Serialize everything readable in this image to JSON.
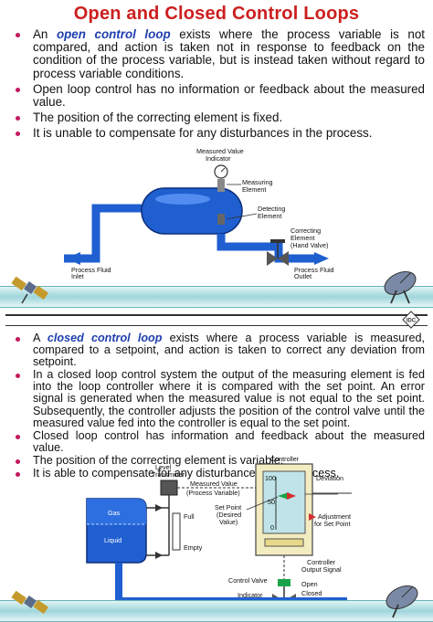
{
  "title": "Open and Closed Control Loops",
  "open_loop": {
    "b1_pre": "An ",
    "b1_term": "open control loop",
    "b1_post": " exists where the process variable is not compared, and action is taken not in response to feedback on the condition of the process variable, but is instead taken without regard to process variable conditions.",
    "b2": "Open loop control has no information or feedback about the measured value.",
    "b3": "The position of the correcting element is fixed.",
    "b4": "It is unable to compensate for any disturbances in the process."
  },
  "open_diagram": {
    "measured_value_1": "Measured Value",
    "measured_value_2": "Indicator",
    "measuring_1": "Measuring",
    "measuring_2": "Element",
    "detecting_1": "Detecting",
    "detecting_2": "Element",
    "correcting_1": "Correcting",
    "correcting_2": "Element",
    "correcting_3": "(Hand Valve)",
    "inlet_1": "Process Fluid",
    "inlet_2": "Inlet",
    "outlet_1": "Process Fluid",
    "outlet_2": "Outlet"
  },
  "logo_text": "IDC",
  "closed_loop": {
    "b1_pre": "A ",
    "b1_term": "closed control loop",
    "b1_post": " exists where a process variable is measured, compared to a setpoint, and action is taken to correct any deviation from setpoint.",
    "b2": "In a closed loop control system the output of the measuring element is fed into the loop controller where it is compared with the set point. An error signal is generated when the measured value is not equal to the set point. Subsequently, the controller adjusts the position of the control valve until the measured value fed into the controller is equal to the set point.",
    "b3": "Closed loop control has information and feedback about the measured value.",
    "b4": "The position of the correcting element is variable.",
    "b5": "It is able to compensate for any disturbances in the process."
  },
  "closed_diagram": {
    "controller": "Controller",
    "level_1": "Level",
    "level_2": "Transmitter",
    "measured_1": "Measured Value",
    "measured_2": "(Process Variable)",
    "deviation": "Deviation",
    "scale_top": "100",
    "scale_mid": "50",
    "scale_bot": "0",
    "setpoint_1": "Set Point",
    "setpoint_2": "(Desired",
    "setpoint_3": "Value)",
    "adjust_1": "Adjustment",
    "adjust_2": "for Set Point",
    "full": "Full",
    "empty": "Empty",
    "gas": "Gas",
    "liquid": "Liquid",
    "output_1": "Controller",
    "output_2": "Output Signal",
    "valve": "Control Valve",
    "open": "Open",
    "closed": "Closed",
    "indicator": "Indicator"
  },
  "colors": {
    "title": "#cc1f1f",
    "term": "#1f3fae",
    "bullet": "#c2185b",
    "vessel": "#1f5fd0",
    "band": "#9fd6db"
  }
}
